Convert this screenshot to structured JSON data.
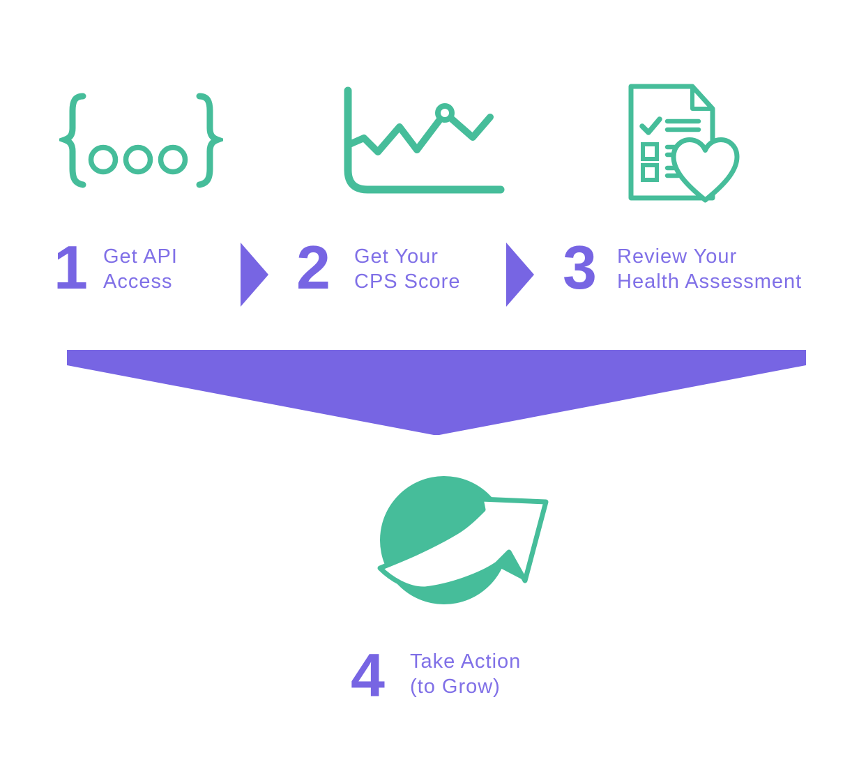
{
  "title": "Four step onboarding process diagram",
  "colors": {
    "teal": "#46BD9A",
    "purple": "#7765E3",
    "purple_text": "#8070E7",
    "background": "#FFFFFF"
  },
  "steps": [
    {
      "number": "1",
      "label_line1": "Get API",
      "label_line2": "Access",
      "icon": "code-braces-icon"
    },
    {
      "number": "2",
      "label_line1": "Get Your",
      "label_line2": "CPS Score",
      "icon": "line-chart-icon"
    },
    {
      "number": "3",
      "label_line1": "Review Your",
      "label_line2": "Health Assessment",
      "icon": "health-assessment-icon"
    },
    {
      "number": "4",
      "label_line1": "Take Action",
      "label_line2": "(to Grow)",
      "icon": "growth-arrow-icon"
    }
  ],
  "connectors": {
    "step1_to_step2": "right-arrow",
    "step2_to_step3": "right-arrow",
    "steps_to_step4": "big-down-chevron"
  }
}
